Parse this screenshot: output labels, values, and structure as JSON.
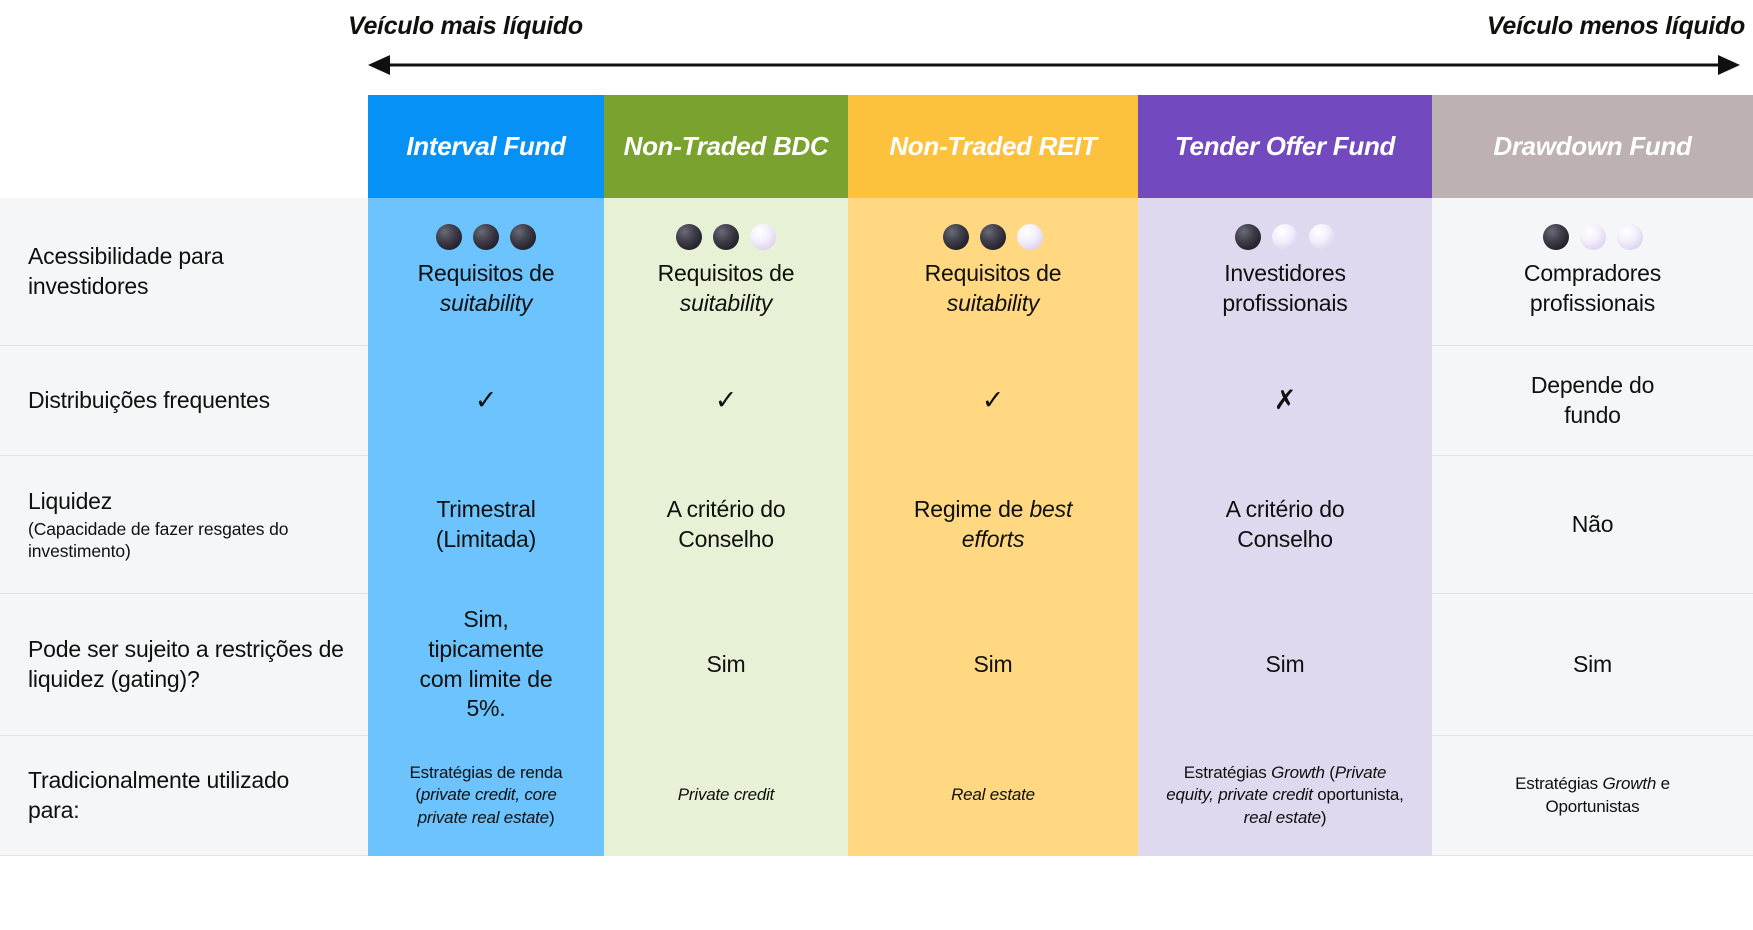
{
  "axis": {
    "left_label": "Veículo mais líquido",
    "right_label": "Veículo menos líquido",
    "arrow": "double-headed-horizontal-arrow"
  },
  "columns": [
    {
      "key": "interval",
      "header": "Interval Fund",
      "header_color": "#0591f5",
      "body_color": "#6cc3fd"
    },
    {
      "key": "bdc",
      "header": "Non-Traded BDC",
      "header_color": "#7aa22f",
      "body_color": "#e7f1d5"
    },
    {
      "key": "reit",
      "header": "Non-Traded REIT",
      "header_color": "#fdc23d",
      "body_color": "#ffd881"
    },
    {
      "key": "tender",
      "header": "Tender Offer Fund",
      "header_color": "#7249bf",
      "body_color": "#ded9ef"
    },
    {
      "key": "drawdown",
      "header": "Drawdown Fund",
      "header_color": "#bdb1b1",
      "body_color": "#f5f6f8"
    }
  ],
  "rows": [
    {
      "label_main": "Acessibilidade para investidores",
      "label_sub": "",
      "cells": [
        {
          "dots_filled": 3,
          "dots_total": 3,
          "line1": "Requisitos de",
          "line2": "suitability",
          "line2_italic": true
        },
        {
          "dots_filled": 2,
          "dots_total": 3,
          "line1": "Requisitos de",
          "line2": "suitability",
          "line2_italic": true
        },
        {
          "dots_filled": 2,
          "dots_total": 3,
          "line1": "Requisitos de",
          "line2": "suitability",
          "line2_italic": true
        },
        {
          "dots_filled": 1,
          "dots_total": 3,
          "line1": "Investidores",
          "line2": "profissionais",
          "line2_italic": false
        },
        {
          "dots_filled": 1,
          "dots_total": 3,
          "line1": "Compradores",
          "line2": "profissionais",
          "line2_italic": false
        }
      ]
    },
    {
      "label_main": "Distribuições frequentes",
      "label_sub": "",
      "cells": [
        {
          "mark": "✓"
        },
        {
          "mark": "✓"
        },
        {
          "mark": "✓"
        },
        {
          "mark": "✗"
        },
        {
          "line1": "Depende do",
          "line2": "fundo",
          "line2_italic": false
        }
      ]
    },
    {
      "label_main": "Liquidez",
      "label_sub": "(Capacidade de fazer resgates do investimento)",
      "cells": [
        {
          "line1": "Trimestral",
          "line2": "(Limitada)",
          "line2_italic": false
        },
        {
          "line1": "A critério do",
          "line2": "Conselho",
          "line2_italic": false
        },
        {
          "line1": "Regime de best",
          "line2": "efforts",
          "line1_italic_tail": "best",
          "line2_italic": true
        },
        {
          "line1": "A critério do",
          "line2": "Conselho",
          "line2_italic": false
        },
        {
          "line1": "Não",
          "line2": "",
          "line2_italic": false
        }
      ]
    },
    {
      "label_main": "Pode ser sujeito a restrições de liquidez (gating)?",
      "label_sub": "",
      "cells": [
        {
          "text": "Sim, tipicamente com limite de 5%."
        },
        {
          "text": "Sim"
        },
        {
          "text": "Sim"
        },
        {
          "text": "Sim"
        },
        {
          "text": "Sim"
        }
      ]
    },
    {
      "label_main": "Tradicionalmente utilizado para:",
      "label_sub": "",
      "cells": [
        {
          "small": true,
          "html_text": "Estratégias de renda (private credit, core private real estate)"
        },
        {
          "small": true,
          "html_text": "Private credit"
        },
        {
          "small": true,
          "html_text": "Real estate"
        },
        {
          "small": true,
          "html_text": "Estratégias Growth (Private equity, private credit oportunista, real estate)"
        },
        {
          "small": true,
          "html_text": "Estratégias Growth e Oportunistas"
        }
      ]
    }
  ],
  "row_text": {
    "r0c0_l1": "Requisitos de",
    "r0c0_l2": "suitability",
    "r0c1_l1": "Requisitos de",
    "r0c1_l2": "suitability",
    "r0c2_l1": "Requisitos de",
    "r0c2_l2": "suitability",
    "r0c3_l1": "Investidores",
    "r0c3_l2": "profissionais",
    "r0c4_l1": "Compradores",
    "r0c4_l2": "profissionais",
    "r1c0": "✓",
    "r1c1": "✓",
    "r1c2": "✓",
    "r1c3": "✗",
    "r1c4_l1": "Depende do",
    "r1c4_l2": "fundo",
    "r2c0_l1": "Trimestral",
    "r2c0_l2": "(Limitada)",
    "r2c1_l1": "A critério do",
    "r2c1_l2": "Conselho",
    "r2c2_l1": "Regime de ",
    "r2c2_em": "best",
    "r2c2_l2": "efforts",
    "r2c3_l1": "A critério do",
    "r2c3_l2": "Conselho",
    "r2c4_l1": "Não",
    "r3c0": "Sim, tipicamente com limite de 5%.",
    "r3c1": "Sim",
    "r3c2": "Sim",
    "r3c3": "Sim",
    "r3c4": "Sim",
    "r4c0_a": "Estratégias de renda (",
    "r4c0_em": "private credit, core private real estate",
    "r4c0_b": ")",
    "r4c1_em": "Private credit",
    "r4c2_em": "Real estate",
    "r4c3_a": "Estratégias ",
    "r4c3_em1": "Growth",
    "r4c3_b": " (",
    "r4c3_em2": "Private equity, private credit",
    "r4c3_c": " oportunista, ",
    "r4c3_em3": "real estate",
    "r4c3_d": ")",
    "r4c4_a": "Estratégias ",
    "r4c4_em": "Growth",
    "r4c4_b": " e Oportunistas"
  },
  "labels": {
    "l0_main": "Acessibilidade para investidores",
    "l1_main": "Distribuições frequentes",
    "l2_main": "Liquidez",
    "l2_sub": "(Capacidade de fazer resgates do investimento)",
    "l3_main": "Pode ser sujeito a restrições de liquidez (gating)?",
    "l4_main": "Tradicionalmente utilizado para:"
  }
}
